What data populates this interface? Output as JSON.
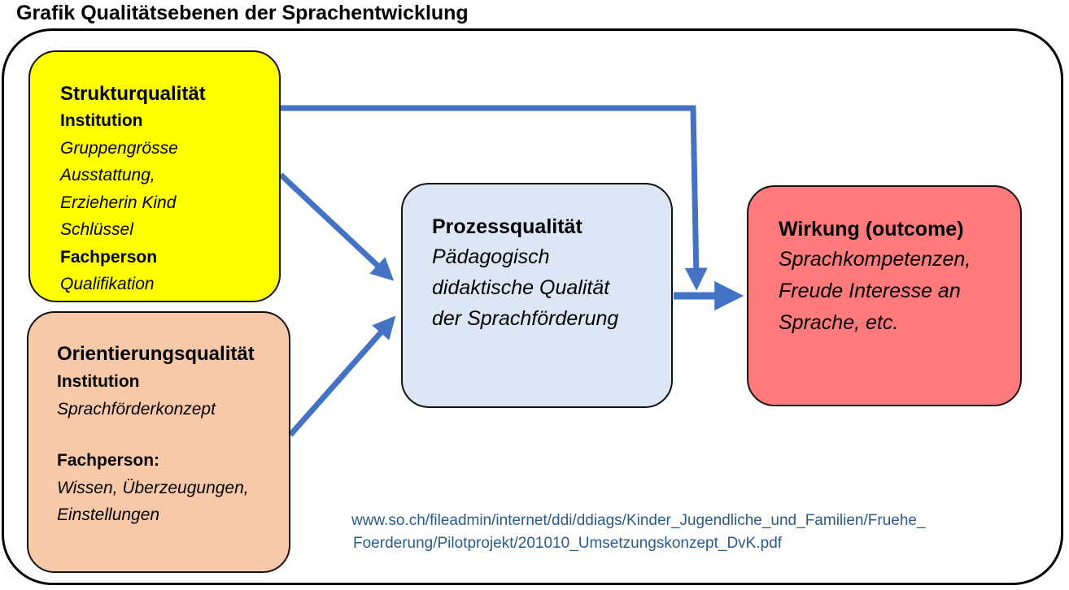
{
  "title": "Grafik Qualitätsebenen der Sprachentwicklung",
  "boxes": {
    "struktur": {
      "heading": "Strukturqualität",
      "institution_label": "Institution",
      "institution_items": [
        "Gruppengrösse",
        "Ausstattung,",
        "Erzieherin Kind",
        "Schlüssel"
      ],
      "fachperson_label": "Fachperson",
      "fachperson_items": [
        "Qualifikation"
      ],
      "color": "#ffff00"
    },
    "orientierung": {
      "heading": "Orientierungsqualität",
      "institution_label": "Institution",
      "institution_items": [
        "Sprachförderkonzept"
      ],
      "fachperson_label": "Fachperson:",
      "fachperson_items": [
        "Wissen, Überzeugungen,",
        "Einstellungen"
      ],
      "color": "#f7c9a8"
    },
    "prozess": {
      "heading": "Prozessqualität",
      "lines": [
        "Pädagogisch",
        "didaktische Qualität",
        "der Sprachförderung"
      ],
      "color": "#dce6f4"
    },
    "wirkung": {
      "heading": "Wirkung (outcome)",
      "lines": [
        "Sprachkompetenzen,",
        "Freude Interesse an",
        "Sprache, etc."
      ],
      "color": "#ff7b7b"
    }
  },
  "arrow_color": "#4472c4",
  "source": {
    "line1": "www.so.ch/fileadmin/internet/ddi/ddiags/Kinder_Jugendliche_und_Familien/Fruehe_",
    "line2": "Foerderung/Pilotprojekt/201010_Umsetzungskonzept_DvK.pdf",
    "color": "#2b5a8c"
  }
}
